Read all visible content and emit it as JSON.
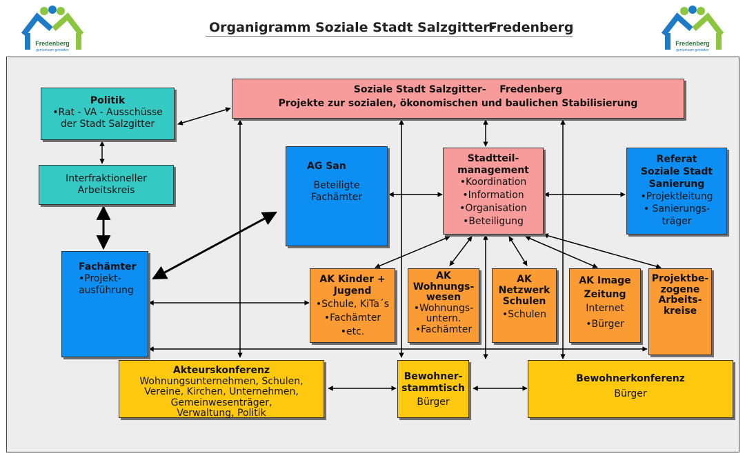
{
  "header": {
    "title_part1": "Organigramm Soziale Stadt Salzgitter-",
    "title_part2": "Fredenberg",
    "logo_text": "Fredenberg",
    "logo_subtext": "gemeinsam gestalten"
  },
  "colors": {
    "teal": "#35c9c4",
    "blue": "#0c8ef2",
    "pink": "#f79b9b",
    "orange": "#fb9b33",
    "yellow": "#fec80e",
    "logo_blue": "#1e7bc7",
    "logo_green": "#8cc63f"
  },
  "boxes": {
    "soziale_stadt": {
      "title": "Soziale Stadt Salzgitter-    Fredenberg",
      "subtitle": "Projekte zur sozialen, ökonomischen und baulichen Stabilisierung"
    },
    "politik": {
      "title": "Politik",
      "line1": "•Rat - VA - Ausschüsse",
      "line2": "der Stadt Salzgitter"
    },
    "interfraktionell": {
      "line1": "Interfraktioneller",
      "line2": "Arbeitskreis"
    },
    "ag_san": {
      "title": "AG San",
      "line1": "Beteiligte",
      "line2": "Fachämter"
    },
    "stadtteilmanagement": {
      "title1": "Stadtteil-",
      "title2": "management",
      "items": [
        "•Koordination",
        "•Information",
        "•Organisation",
        "•Beteiligung"
      ]
    },
    "referat": {
      "title1": "Referat",
      "title2": "Soziale Stadt",
      "title3": "Sanierung",
      "line1": "•Projektleitung",
      "line2": "• Sanierungs-",
      "line3": "träger"
    },
    "fachaemter": {
      "title": "Fachämter",
      "line1": "•Projekt-",
      "line2": "ausführung"
    },
    "ak_kinder": {
      "title1": "AK Kinder +",
      "title2": "Jugend",
      "line1": "•Schule,  KiTa´s",
      "line2": "•Fachämter",
      "line3": "•etc."
    },
    "ak_wohnung": {
      "title1": "AK",
      "title2": "Wohnungs-",
      "title3": "wesen",
      "line1": "•Wohnungs-",
      "line2": "untern.",
      "line3": "•Fachämter"
    },
    "ak_netzwerk": {
      "title1": "AK",
      "title2": "Netzwerk",
      "title3": "Schulen",
      "line1": "•Schulen"
    },
    "ak_image": {
      "title1": "AK Image",
      "title2": "Zeitung",
      "line1": "Internet",
      "line2": "•Bürger"
    },
    "projektbezogen": {
      "title1": "Projektbe-",
      "title2": "zogene",
      "title3": "Arbeits-",
      "title4": "kreise"
    },
    "akteurskonferenz": {
      "title": "Akteurskonferenz",
      "lines": [
        "Wohnungsunternehmen, Schulen,",
        "Vereine, Kirchen, Unternehmen,",
        "Gemeinwesenträger,",
        "Verwaltung, Politik"
      ]
    },
    "stammtisch": {
      "title1": "Bewohner-",
      "title2": "stammtisch",
      "line1": "Bürger"
    },
    "bewohnerkonferenz": {
      "title": "Bewohnerkonferenz",
      "line1": "Bürger"
    }
  }
}
